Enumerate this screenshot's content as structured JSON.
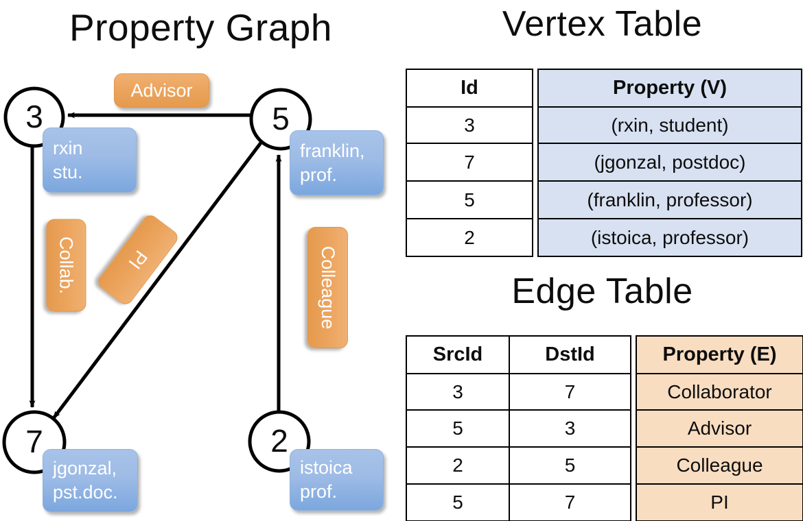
{
  "titles": {
    "graph": "Property Graph",
    "vertex_table": "Vertex Table",
    "edge_table": "Edge Table"
  },
  "graph": {
    "nodes": [
      {
        "id": "3",
        "label": "3",
        "property": "rxin\nstu."
      },
      {
        "id": "5",
        "label": "5",
        "property": "franklin,\nprof."
      },
      {
        "id": "7",
        "label": "7",
        "property": "jgonzal,\npst.doc."
      },
      {
        "id": "2",
        "label": "2",
        "property": "istoica\nprof."
      }
    ],
    "edge_labels": [
      {
        "name": "advisor",
        "text": "Advisor"
      },
      {
        "name": "collab",
        "text": "Collab."
      },
      {
        "name": "pi",
        "text": "PI"
      },
      {
        "name": "colleague",
        "text": "Colleague"
      }
    ]
  },
  "vertex_table": {
    "headers": [
      "Id",
      "Property (V)"
    ],
    "rows": [
      {
        "id": "3",
        "property": "(rxin, student)"
      },
      {
        "id": "7",
        "property": "(jgonzal, postdoc)"
      },
      {
        "id": "5",
        "property": "(franklin, professor)"
      },
      {
        "id": "2",
        "property": "(istoica, professor)"
      }
    ]
  },
  "edge_table": {
    "headers": [
      "SrcId",
      "DstId",
      "Property (E)"
    ],
    "rows": [
      {
        "src": "3",
        "dst": "7",
        "property": "Collaborator"
      },
      {
        "src": "5",
        "dst": "3",
        "property": "Advisor"
      },
      {
        "src": "2",
        "dst": "5",
        "property": "Colleague"
      },
      {
        "src": "5",
        "dst": "7",
        "property": "PI"
      }
    ]
  },
  "colors": {
    "vertex_property_fill": "#d7e1f1",
    "edge_property_fill": "#f8ddc1",
    "node_box_blue": "#9dbbe6",
    "edge_tag_orange": "#eca55f",
    "stroke": "#000000"
  }
}
